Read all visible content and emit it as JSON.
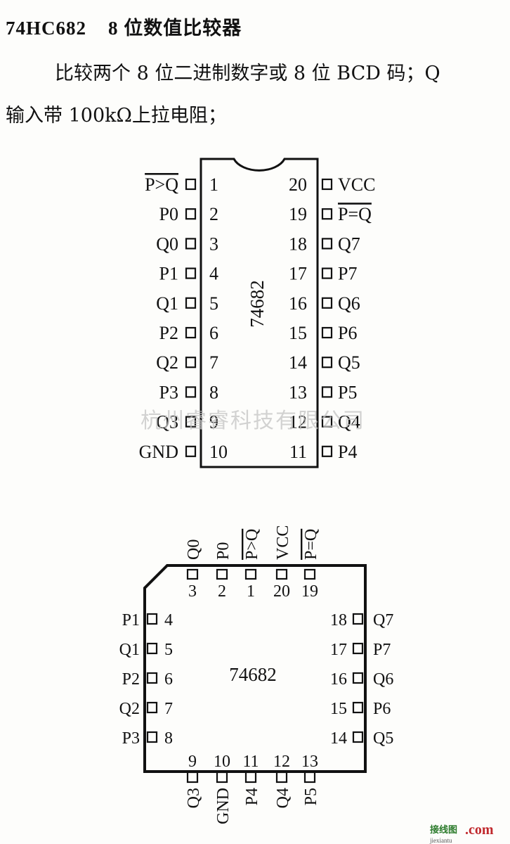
{
  "header": {
    "title": "74HC682    8 位数值比较器",
    "desc_line1": "比较两个 8 位二进制数字或 8 位 BCD 码；Q",
    "desc_line2": "输入带 100kΩ上拉电阻；"
  },
  "dip": {
    "part": "74682",
    "left_pins": [
      {
        "num": "1",
        "label": "P>Q",
        "overline": true
      },
      {
        "num": "2",
        "label": "P0"
      },
      {
        "num": "3",
        "label": "Q0"
      },
      {
        "num": "4",
        "label": "P1"
      },
      {
        "num": "5",
        "label": "Q1"
      },
      {
        "num": "6",
        "label": "P2"
      },
      {
        "num": "7",
        "label": "Q2"
      },
      {
        "num": "8",
        "label": "P3"
      },
      {
        "num": "9",
        "label": "Q3"
      },
      {
        "num": "10",
        "label": "GND"
      }
    ],
    "right_pins": [
      {
        "num": "20",
        "label": "VCC"
      },
      {
        "num": "19",
        "label": "P=Q",
        "overline": true
      },
      {
        "num": "18",
        "label": "Q7"
      },
      {
        "num": "17",
        "label": "P7"
      },
      {
        "num": "16",
        "label": "Q6"
      },
      {
        "num": "15",
        "label": "P6"
      },
      {
        "num": "14",
        "label": "Q5"
      },
      {
        "num": "13",
        "label": "P5"
      },
      {
        "num": "12",
        "label": "Q4"
      },
      {
        "num": "11",
        "label": "P4"
      }
    ]
  },
  "plcc": {
    "part": "74682",
    "top_pins": [
      {
        "num": "3",
        "label": "Q0"
      },
      {
        "num": "2",
        "label": "P0"
      },
      {
        "num": "1",
        "label": "P>Q",
        "overline": true
      },
      {
        "num": "20",
        "label": "VCC"
      },
      {
        "num": "19",
        "label": "P=Q",
        "overline": true
      }
    ],
    "left_pins": [
      {
        "num": "4",
        "label": "P1"
      },
      {
        "num": "5",
        "label": "Q1"
      },
      {
        "num": "6",
        "label": "P2"
      },
      {
        "num": "7",
        "label": "Q2"
      },
      {
        "num": "8",
        "label": "P3"
      }
    ],
    "right_pins": [
      {
        "num": "18",
        "label": "Q7"
      },
      {
        "num": "17",
        "label": "P7"
      },
      {
        "num": "16",
        "label": "Q6"
      },
      {
        "num": "15",
        "label": "P6"
      },
      {
        "num": "14",
        "label": "Q5"
      }
    ],
    "bottom_pins": [
      {
        "num": "9",
        "label": "Q3"
      },
      {
        "num": "10",
        "label": "GND"
      },
      {
        "num": "11",
        "label": "P4"
      },
      {
        "num": "12",
        "label": "Q4"
      },
      {
        "num": "13",
        "label": "P5"
      }
    ]
  },
  "watermark": "杭州睿睿科技有限公司",
  "logo": {
    "text1": "接线图",
    "text2": ".com",
    "url": "jiexiantu"
  }
}
